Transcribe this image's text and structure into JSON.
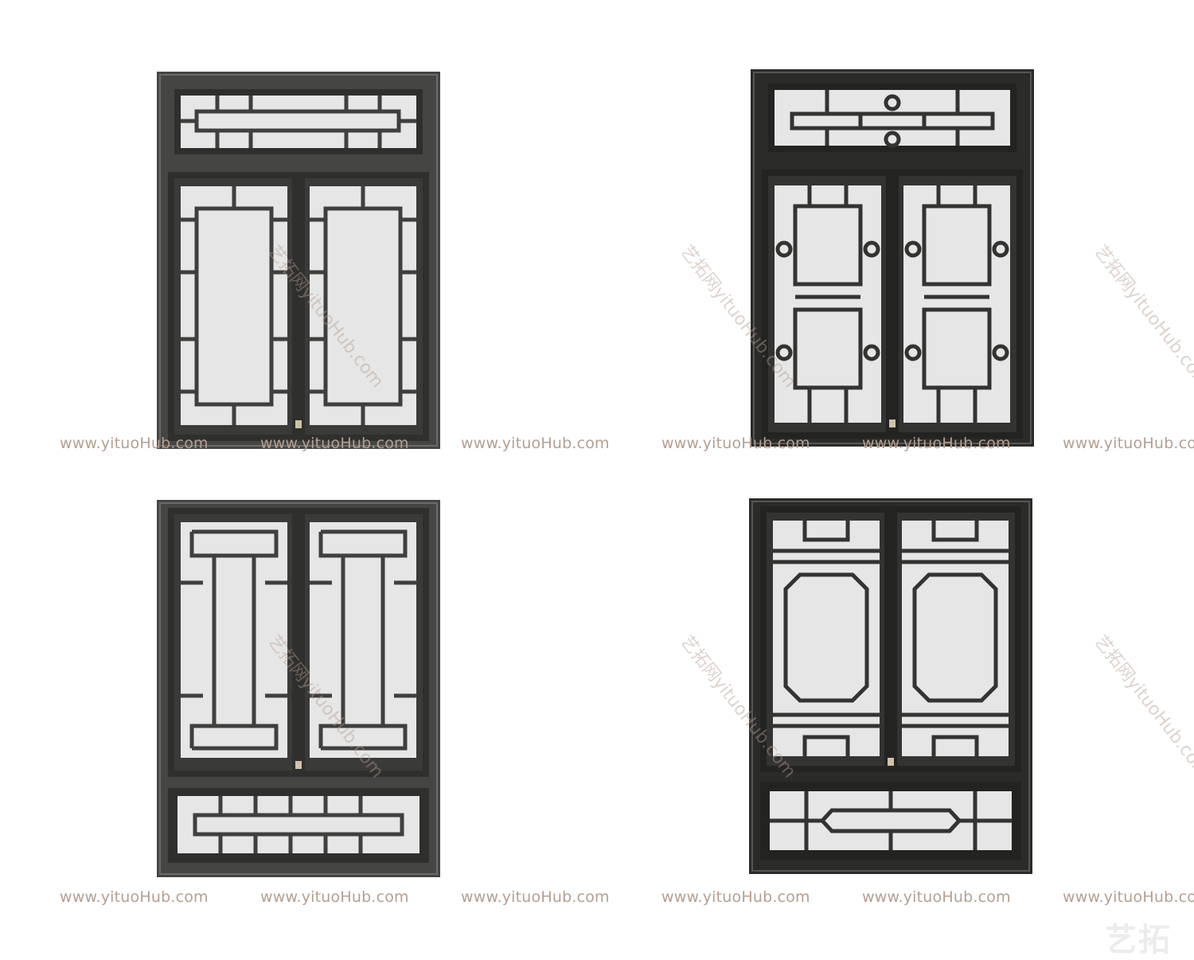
{
  "watermarks": {
    "row_text": "www.yituoHub.com",
    "diagonal_text": "艺拓网yituoHub.com",
    "logo_text": "艺拓"
  },
  "colors": {
    "frame": "#3d3d3b",
    "frame_dark": "#2b2b29",
    "inner": "#4a4a48",
    "glass": "#e6e6e6",
    "lattice": "#3f3f3d",
    "handle": "#cfc2a8",
    "watermark": "#b49f92"
  },
  "windows": [
    {
      "name": "window-transom-top-light",
      "variant": "A"
    },
    {
      "name": "window-transom-top-dark",
      "variant": "B"
    },
    {
      "name": "window-transom-bottom-light",
      "variant": "C"
    },
    {
      "name": "window-transom-bottom-dark",
      "variant": "D"
    }
  ]
}
